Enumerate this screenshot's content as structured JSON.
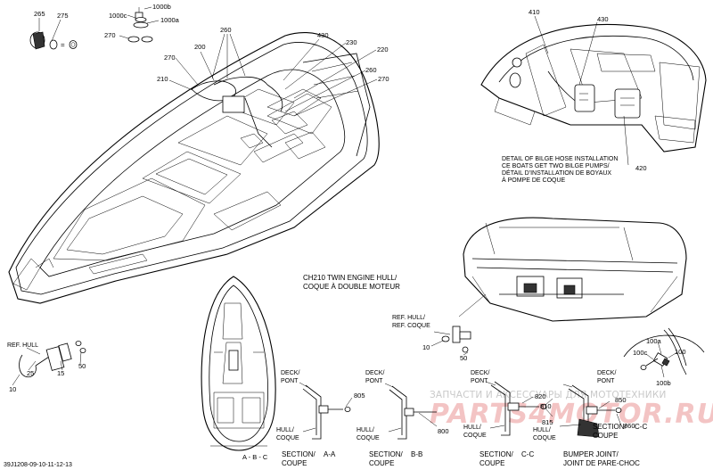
{
  "labels": {
    "p265": "265",
    "p275": "275",
    "p1000c": "1000c",
    "p1000b": "1000b",
    "p1000a": "1000a",
    "p270_top": "270",
    "p260_top": "260",
    "p200": "200",
    "p270_l": "270",
    "p210": "210",
    "p430_c": "430",
    "p230": "230",
    "p220": "220",
    "p260_r": "260",
    "p270_r": "270",
    "p410": "410",
    "p430_r": "430",
    "p420": "420",
    "bilge_line1": "DETAIL OF BILGE HOSE INSTALLATION",
    "bilge_line2": "CE BOATS GET TWO BILGE PUMPS/",
    "bilge_line3": "DÉTAIL D'INSTALLATION DE BOYAUX",
    "bilge_line4": "À POMPE DE COQUE",
    "hull_line1": "CH210 TWIN ENGINE HULL/",
    "hull_line2": "COQUE À DOUBLE MOTEUR",
    "ref_hull_l": "REF. HULL",
    "p10_l": "10",
    "p25_l": "25",
    "p15_l": "15",
    "p50_l": "50",
    "ref_hull_r1": "REF. HULL/",
    "ref_hull_r2": "REF. COQUE",
    "p10_r": "10",
    "p50_r": "50",
    "deck1_a": "DECK/",
    "deck1_b": "PONT",
    "p805": "805",
    "hull1_a": "HULL/",
    "hull1_b": "COQUE",
    "sec1_a": "SECTION/",
    "sec1_b": "A-A",
    "sec1_c": "COUPE",
    "deck2_a": "DECK/",
    "deck2_b": "PONT",
    "p800": "800",
    "hull2_a": "HULL/",
    "hull2_b": "COQUE",
    "sec2_a": "SECTION/",
    "sec2_b": "B-B",
    "sec2_c": "COUPE",
    "deck3_a": "DECK/",
    "deck3_b": "PONT",
    "p820": "820",
    "p810": "810",
    "p815": "815",
    "hull3_a": "HULL/",
    "hull3_b": "COQUE",
    "sec3_a": "SECTION/",
    "sec3_b": "C-C",
    "sec3_c": "COUPE",
    "deck4_a": "DECK/",
    "deck4_b": "PONT",
    "p850": "850",
    "p860": "860",
    "hull4_a": "HULL/",
    "hull4_b": "COQUE",
    "sec4_a": "SECTION/",
    "sec4_b": "C-C",
    "sec4_c": "COUPE",
    "bumper_a": "BUMPER JOINT/",
    "bumper_b": "JOINT DE PARE-CHOC",
    "p100a": "100a",
    "p100c": "100c",
    "p100": "100",
    "p100b": "100b",
    "abc": "A - B - C",
    "figure_id": "39J1208-09-10-11-12-13"
  },
  "watermark": {
    "line1": "ЗАПЧАСТИ И АКСЕССУАРЫ ДЛЯ МОТОТЕХНИКИ",
    "line2": "PARTS4MOTOR.RU"
  },
  "colors": {
    "ink": "#000000",
    "background": "#ffffff",
    "watermark_gray": "#c9c9c9",
    "watermark_red": "#f3c4c4"
  }
}
